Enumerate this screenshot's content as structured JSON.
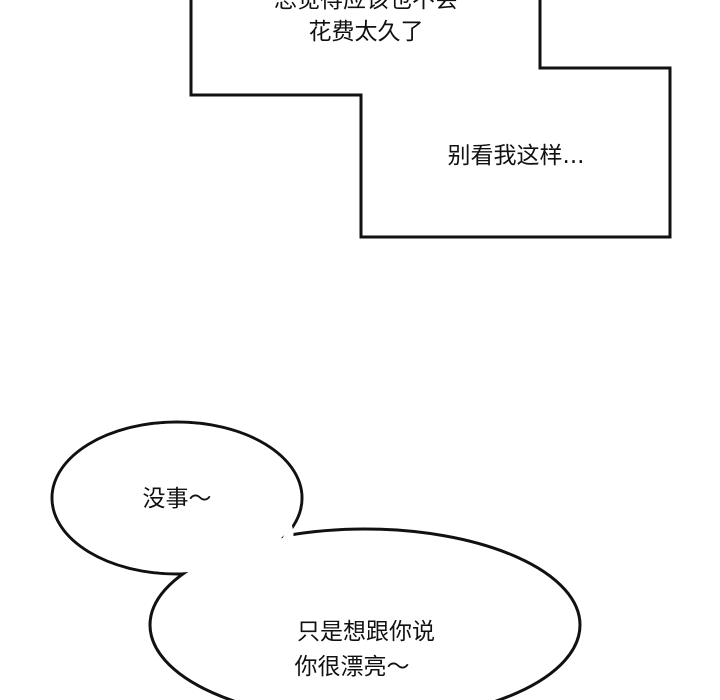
{
  "caption_box": {
    "lines": [
      "总觉得应该也不会",
      "花费太久了"
    ],
    "second": "别看我这样..."
  },
  "bubbles": {
    "first": "没事～",
    "second_lines": [
      "只是想跟你说",
      "你很漂亮～"
    ]
  },
  "colors": {
    "ink": "#111111",
    "paper": "#ffffff"
  }
}
